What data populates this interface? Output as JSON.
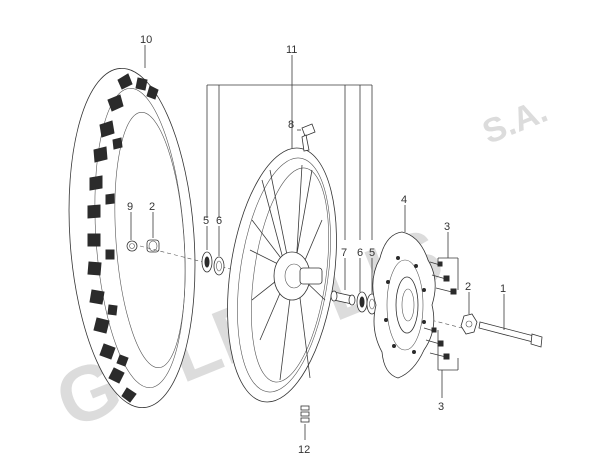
{
  "watermark": {
    "main": "GOLDOLIS",
    "suffix": "S.A."
  },
  "callouts": [
    {
      "id": "c10",
      "text": "10"
    },
    {
      "id": "c11",
      "text": "11"
    },
    {
      "id": "c8",
      "text": "8"
    },
    {
      "id": "c9",
      "text": "9"
    },
    {
      "id": "c2a",
      "text": "2"
    },
    {
      "id": "c5a",
      "text": "5"
    },
    {
      "id": "c6a",
      "text": "6"
    },
    {
      "id": "c7",
      "text": "7"
    },
    {
      "id": "c6b",
      "text": "6"
    },
    {
      "id": "c5b",
      "text": "5"
    },
    {
      "id": "c4",
      "text": "4"
    },
    {
      "id": "c3a",
      "text": "3"
    },
    {
      "id": "c2b",
      "text": "2"
    },
    {
      "id": "c1",
      "text": "1"
    },
    {
      "id": "c3b",
      "text": "3"
    },
    {
      "id": "c12",
      "text": "12"
    }
  ]
}
